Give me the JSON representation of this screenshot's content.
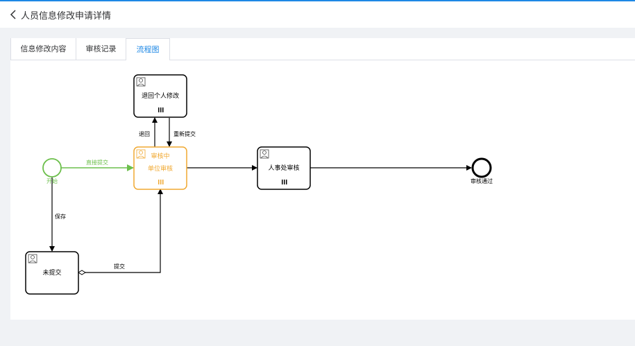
{
  "header": {
    "title": "人员信息修改申请详情",
    "back_icon": "chevron-left-icon"
  },
  "tabs": [
    {
      "label": "信息修改内容",
      "active": false
    },
    {
      "label": "审核记录",
      "active": false
    },
    {
      "label": "流程图",
      "active": true
    }
  ],
  "flow": {
    "tasks": {
      "return_modify": "退回个人修改",
      "unit_review_status": "审核中",
      "unit_review": "单位审核",
      "hr_review": "人事处审核",
      "not_submitted": "未提交"
    },
    "events": {
      "start": "开始",
      "end": "审核通过"
    },
    "edges": {
      "direct_submit": "直接提交",
      "back": "退回",
      "resubmit": "重新提交",
      "save": "保存",
      "submit": "提交"
    },
    "colors": {
      "current": "#f0a830",
      "start": "#6cbf4b",
      "done": "#000000"
    }
  }
}
